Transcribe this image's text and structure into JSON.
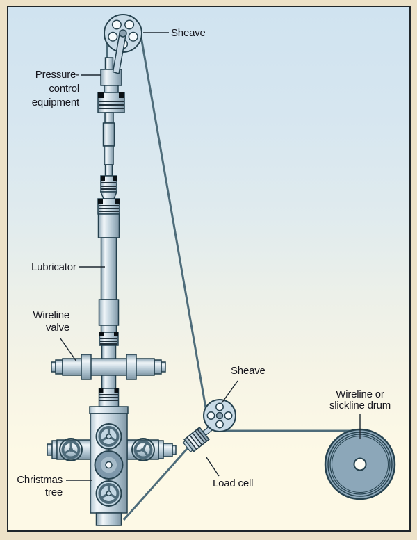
{
  "diagram": {
    "labels": {
      "sheave_top": "Sheave",
      "pressure_control": [
        "Pressure-",
        "control",
        "equipment"
      ],
      "lubricator": "Lubricator",
      "wireline_valve": [
        "Wireline",
        "valve"
      ],
      "christmas_tree": [
        "Christmas",
        "tree"
      ],
      "sheave_bottom": "Sheave",
      "load_cell": "Load cell",
      "drum": [
        "Wireline or",
        "slickline drum"
      ]
    },
    "colors": {
      "panel_top": "#d0e3f0",
      "panel_bottom": "#fdf9e6",
      "frame_margin": "#ede2c8",
      "border": "#1f262b",
      "wire": "#4e6c7a",
      "outline": "#24404e",
      "metal_highlight": "#f1f6f9",
      "metal_shadow": "#7f96a5",
      "sheave_fill": "#c9dbe7",
      "drum_fill": "#8ca7b9",
      "label_text": "#16161e"
    }
  }
}
